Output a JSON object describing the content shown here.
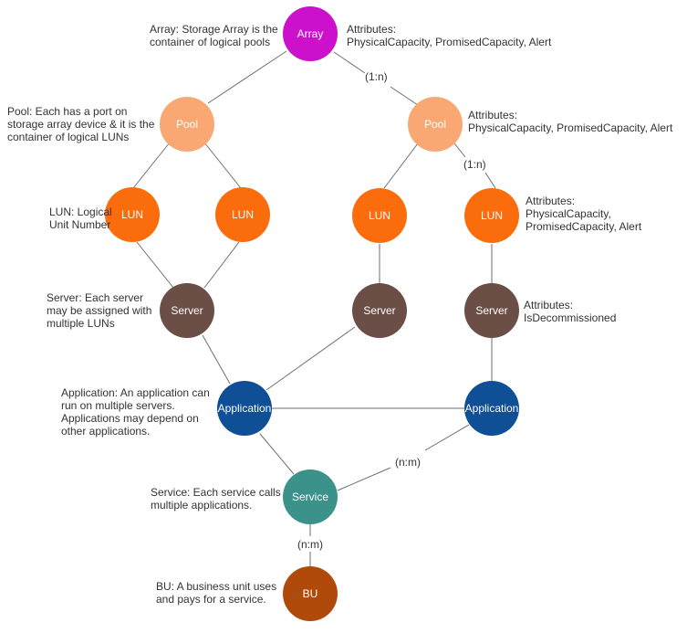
{
  "colors": {
    "array": "#cc10cc",
    "pool": "#f9a874",
    "lun": "#fb6c0d",
    "server": "#6b4e45",
    "application": "#0e4f96",
    "service": "#3b928b",
    "bu": "#b04a0b"
  },
  "nodes": {
    "array": "Array",
    "pool_left": "Pool",
    "pool_right": "Pool",
    "lun_1": "LUN",
    "lun_2": "LUN",
    "lun_3": "LUN",
    "lun_4": "LUN",
    "server_left": "Server",
    "server_middle": "Server",
    "server_right": "Server",
    "application_left": "Application",
    "application_right": "Application",
    "service": "Service",
    "bu": "BU"
  },
  "annotations": {
    "array_desc": [
      "Array: Storage Array is the",
      "container of logical pools"
    ],
    "array_attrs": [
      "Attributes:",
      "PhysicalCapacity, PromisedCapacity, Alert"
    ],
    "pool_desc": [
      "Pool: Each has a port on",
      "storage array device & it is the",
      "container of logical LUNs"
    ],
    "pool_attrs": [
      "Attributes:",
      "PhysicalCapacity, PromisedCapacity, Alert"
    ],
    "lun_desc": [
      "LUN: Logical",
      "Unit Number"
    ],
    "lun_attrs": [
      "Attributes:",
      "PhysicalCapacity,",
      "PromisedCapacity, Alert"
    ],
    "server_desc": [
      "Server: Each server",
      "may be assigned with",
      "multiple LUNs"
    ],
    "server_attrs": [
      "Attributes:",
      "IsDecommissioned"
    ],
    "application_desc": [
      "Application: An application can",
      "run on multiple servers.",
      "Applications may depend on",
      "other applications."
    ],
    "service_desc": [
      "Service: Each service calls",
      "multiple applications."
    ],
    "bu_desc": [
      "BU: A business unit uses",
      "and pays for a service."
    ]
  },
  "edge_labels": {
    "array_pool": "(1:n)",
    "pool_lun": "(1:n)",
    "app_service": "(n:m)",
    "service_bu": "(n:m)"
  }
}
